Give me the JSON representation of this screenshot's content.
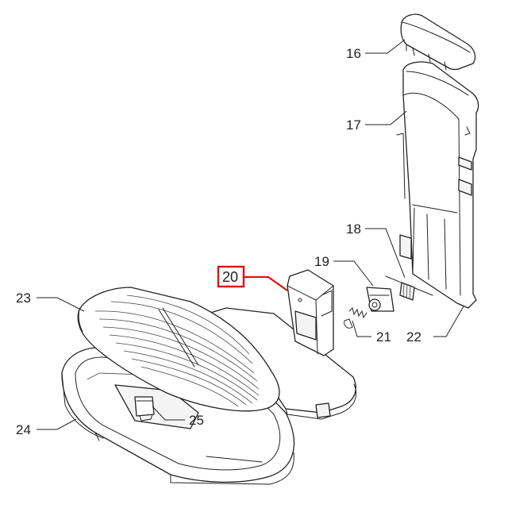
{
  "diagram": {
    "callouts": [
      {
        "id": "c16",
        "label": "16"
      },
      {
        "id": "c17",
        "label": "17"
      },
      {
        "id": "c18",
        "label": "18"
      },
      {
        "id": "c19",
        "label": "19"
      },
      {
        "id": "c20",
        "label": "20",
        "highlighted": true
      },
      {
        "id": "c21",
        "label": "21"
      },
      {
        "id": "c22",
        "label": "22"
      },
      {
        "id": "c23",
        "label": "23"
      },
      {
        "id": "c24",
        "label": "24"
      },
      {
        "id": "c25",
        "label": "25"
      }
    ],
    "highlight_color": "#d11111",
    "line_color": "#222222"
  }
}
